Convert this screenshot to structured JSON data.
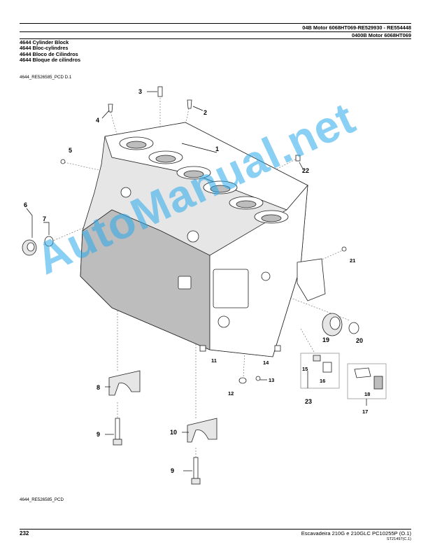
{
  "header": {
    "line1": "04B Motor 6068HT069-RE529930 - RE554448",
    "line2": "0400B Motor 6068HT069"
  },
  "titles": [
    "4644 Cylinder Block",
    "4644 Bloc-cylindres",
    "4644 Bloco de Cilindros",
    "4644 Bloque de cilindros"
  ],
  "figure_ref": "4644_RE526585_PCD D.1",
  "callouts": [
    "1",
    "2",
    "3",
    "4",
    "5",
    "6",
    "7",
    "8",
    "9",
    "10",
    "9",
    "11",
    "12",
    "13",
    "14",
    "15",
    "16",
    "17",
    "18",
    "19",
    "20",
    "21",
    "22",
    "23"
  ],
  "watermark": "AutoManual.net",
  "bottom_ref": "4644_RE526585_PCD",
  "footer": {
    "page": "232",
    "text": "Escavadeira 210G e 210GLC   PC10255P   (O.1)",
    "code": "ST21497(C.1)"
  }
}
